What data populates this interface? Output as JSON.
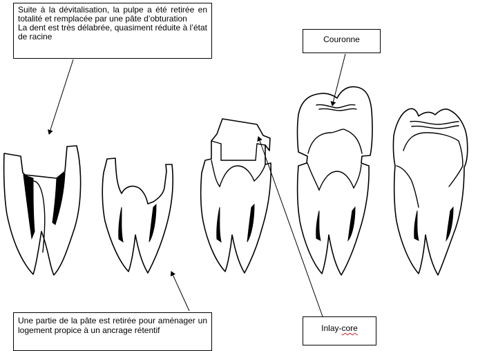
{
  "annotations": {
    "top": {
      "para1": "Suite à la dévitalisation, la pulpe a été retirée en totalité et remplacée par une pâte d’obturation",
      "para2": "La dent est très délabrée, quasiment réduite à l’état de racine"
    },
    "bottom": {
      "text": "Une partie de la pâte est retirée pour aménager un logement propice à un ancrage rétentif"
    },
    "couronne": "Couronne",
    "inlay_prefix": "Inlay-",
    "inlay_suffix": "core"
  },
  "colors": {
    "stroke": "#000000",
    "background": "#ffffff",
    "spellcheck": "#d02020"
  }
}
